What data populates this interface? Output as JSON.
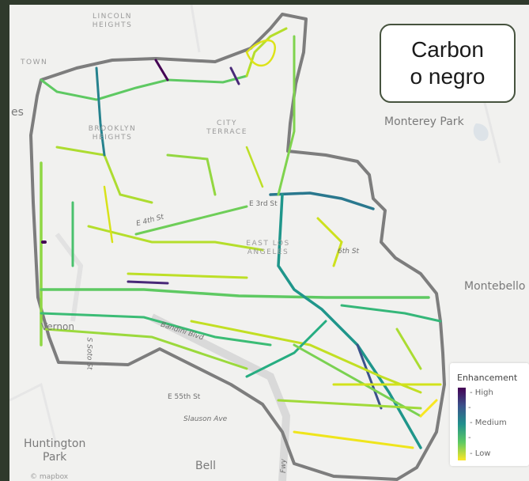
{
  "title": "Carbon\no negro",
  "map": {
    "places": {
      "lincoln_heights": "LINCOLN\nHEIGHTS",
      "town": "TOWN",
      "es": "es",
      "brooklyn_heights": "BROOKLYN\nHEIGHTS",
      "city_terrace": "CITY\nTERRACE",
      "east_los_angeles": "EAST LOS\nANGELES",
      "monterey_park": "Monterey Park",
      "montebello": "Montebello",
      "vernon": "Vernon",
      "huntington_park": "Huntington\nPark",
      "bell": "Bell"
    },
    "streets": {
      "e_3rd": "E 3rd St",
      "e_6th": "6th St",
      "e_55th": "E 55th St",
      "stauson": "Slauson Ave",
      "soto": "S Soto St",
      "fwy": "Fwy",
      "e_4th": "E 4th St",
      "bandini": "Bandini Blvd"
    },
    "credit": "© mapbox",
    "colors": {
      "boundary": "#7d7d7d",
      "low": "#fde725",
      "medium": "#21908d",
      "high": "#440154"
    }
  },
  "legend": {
    "title": "Enhancement",
    "high": "High",
    "medium": "Medium",
    "low": "Low"
  }
}
